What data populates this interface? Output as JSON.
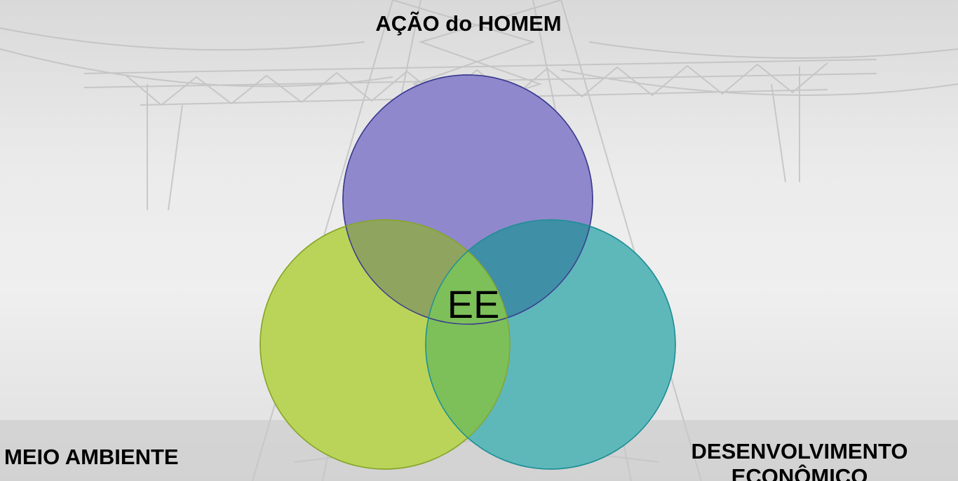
{
  "diagram": {
    "center_label": "EE",
    "circles": [
      {
        "label": "AÇÃO do HOMEM",
        "fill": "#8F88CC",
        "stroke": "#3A3B8F"
      },
      {
        "label": "MEIO AMBIENTE",
        "fill": "#BAD45A",
        "stroke": "#86A62A"
      },
      {
        "label_lines": [
          "DESENVOLVIMENTO",
          "ECONÔMICO"
        ],
        "fill": "#5EB8BA",
        "stroke": "#1F8F96"
      }
    ],
    "overlap_colors": {
      "top_left": "#8FA45E",
      "top_right": "#3F8FA6",
      "bottom_center": "#7DC05A"
    }
  },
  "background": {
    "description_color": "#e6e6e6"
  }
}
